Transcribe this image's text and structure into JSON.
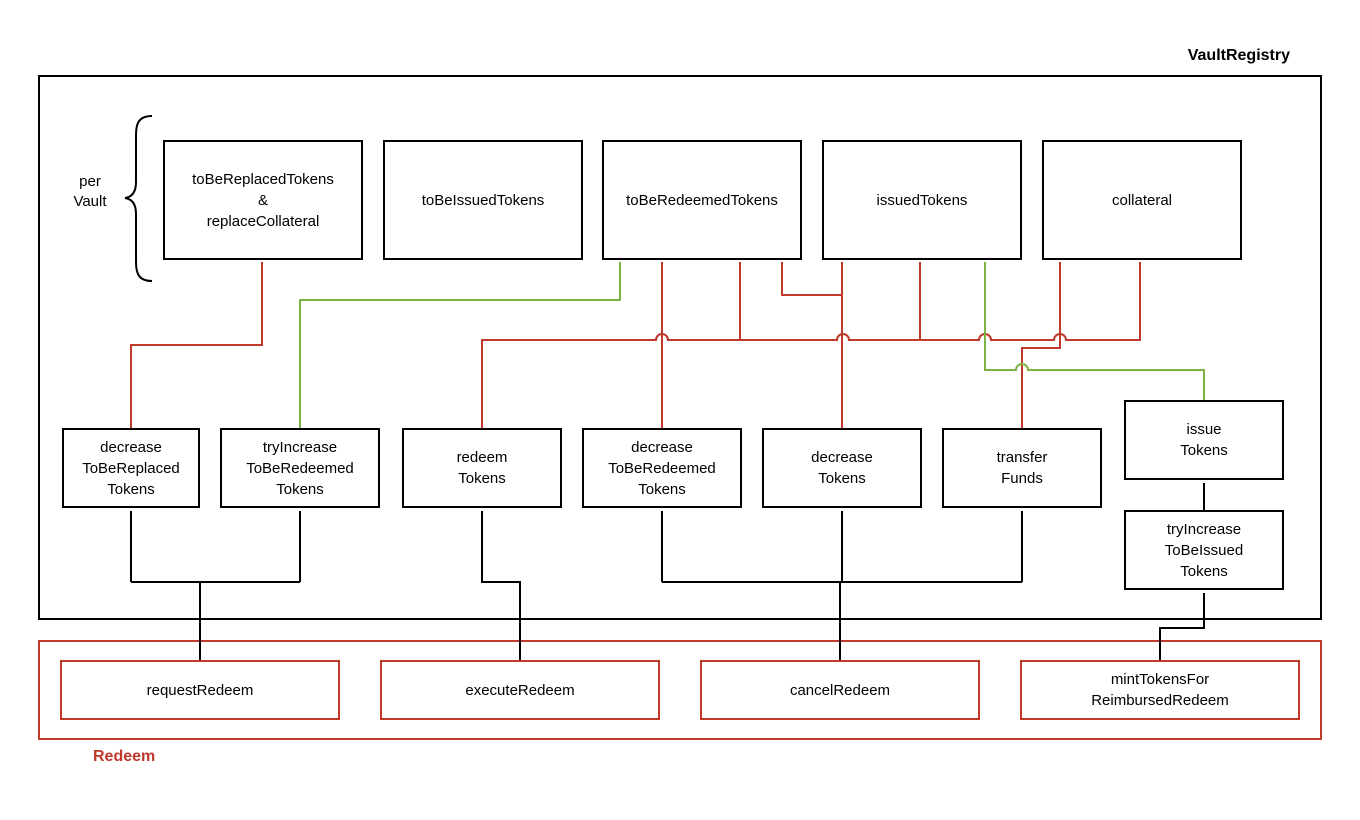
{
  "colors": {
    "red": "#c0392b",
    "green": "#7cb342",
    "black": "#000000"
  },
  "vault_registry": {
    "title": "VaultRegistry",
    "per_vault_label": "per\nVault",
    "state_boxes": [
      {
        "id": "toBeReplacedTokens",
        "label": "toBeReplacedTokens\n&\nreplaceCollateral"
      },
      {
        "id": "toBeIssuedTokens",
        "label": "toBeIssuedTokens"
      },
      {
        "id": "toBeRedeemedTokens",
        "label": "toBeRedeemedTokens"
      },
      {
        "id": "issuedTokens",
        "label": "issuedTokens"
      },
      {
        "id": "collateral",
        "label": "collateral"
      }
    ],
    "function_boxes": [
      {
        "id": "decreaseToBeReplacedTokens",
        "label": "decrease\nToBeReplaced\nTokens"
      },
      {
        "id": "tryIncreaseToBeRedeemedTokens",
        "label": "tryIncrease\nToBeRedeemed\nTokens"
      },
      {
        "id": "redeemTokens",
        "label": "redeem\nTokens"
      },
      {
        "id": "decreaseToBeRedeemedTokens",
        "label": "decrease\nToBeRedeemed\nTokens"
      },
      {
        "id": "decreaseTokens",
        "label": "decrease\nTokens"
      },
      {
        "id": "transferFunds",
        "label": "transfer\nFunds"
      },
      {
        "id": "issueTokens",
        "label": "issue\nTokens"
      },
      {
        "id": "tryIncreaseToBeIssuedTokens",
        "label": "tryIncrease\nToBeIssued\nTokens"
      }
    ]
  },
  "redeem": {
    "title": "Redeem",
    "function_boxes": [
      {
        "id": "requestRedeem",
        "label": "requestRedeem"
      },
      {
        "id": "executeRedeem",
        "label": "executeRedeem"
      },
      {
        "id": "cancelRedeem",
        "label": "cancelRedeem"
      },
      {
        "id": "mintTokensForReimbursedRedeem",
        "label": "mintTokensFor\nReimbursedRedeem"
      }
    ]
  },
  "edges": [
    {
      "from": "decreaseToBeReplacedTokens",
      "to": "toBeReplacedTokens",
      "color": "red"
    },
    {
      "from": "tryIncreaseToBeRedeemedTokens",
      "to": "toBeRedeemedTokens",
      "color": "green"
    },
    {
      "from": "redeemTokens",
      "to": "toBeRedeemedTokens",
      "color": "red"
    },
    {
      "from": "redeemTokens",
      "to": "issuedTokens",
      "color": "red"
    },
    {
      "from": "redeemTokens",
      "to": "collateral",
      "color": "red"
    },
    {
      "from": "decreaseToBeRedeemedTokens",
      "to": "toBeRedeemedTokens",
      "color": "red"
    },
    {
      "from": "decreaseTokens",
      "to": "toBeRedeemedTokens",
      "color": "red"
    },
    {
      "from": "decreaseTokens",
      "to": "issuedTokens",
      "color": "red"
    },
    {
      "from": "transferFunds",
      "to": "collateral",
      "color": "red"
    },
    {
      "from": "issueTokens",
      "to": "issuedTokens",
      "color": "green"
    },
    {
      "from": "tryIncreaseToBeIssuedTokens",
      "to": "issueTokens",
      "color": "black"
    },
    {
      "from": "requestRedeem",
      "to": "decreaseToBeReplacedTokens",
      "color": "black"
    },
    {
      "from": "requestRedeem",
      "to": "tryIncreaseToBeRedeemedTokens",
      "color": "black"
    },
    {
      "from": "executeRedeem",
      "to": "redeemTokens",
      "color": "black"
    },
    {
      "from": "cancelRedeem",
      "to": "decreaseToBeRedeemedTokens",
      "color": "black"
    },
    {
      "from": "cancelRedeem",
      "to": "decreaseTokens",
      "color": "black"
    },
    {
      "from": "cancelRedeem",
      "to": "transferFunds",
      "color": "black"
    },
    {
      "from": "mintTokensForReimbursedRedeem",
      "to": "tryIncreaseToBeIssuedTokens",
      "color": "black"
    }
  ]
}
